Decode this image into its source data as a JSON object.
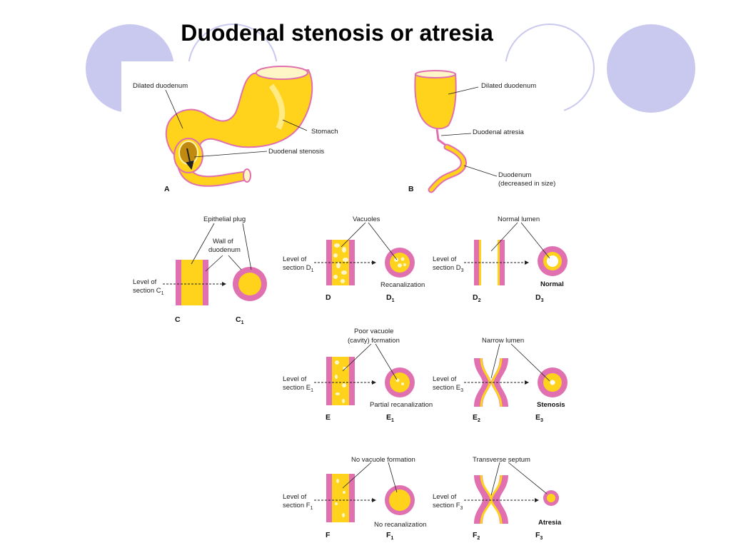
{
  "slide": {
    "title": "Duodenal stenosis or atresia"
  },
  "colors": {
    "duodenum_yellow": "#ffd21c",
    "duodenum_light": "#ffe47a",
    "wall_pink": "#e070b0",
    "circle_decor": "#c9c9f0"
  },
  "panel_a": {
    "letter": "A",
    "dilated": "Dilated duodenum",
    "stomach": "Stomach",
    "stenosis": "Duodenal stenosis"
  },
  "panel_b": {
    "letter": "B",
    "dilated": "Dilated duodenum",
    "atresia": "Duodenal atresia",
    "duodenum": "Duodenum",
    "decreased": "(decreased in size)"
  },
  "panel_c": {
    "epithelial_plug": "Epithelial plug",
    "wall_line1": "Wall of",
    "wall_line2": "duodenum",
    "level": "Level of",
    "section": "section C",
    "section_sub": "1",
    "letter": "C",
    "c1": "C",
    "c1_sub": "1"
  },
  "row_d": {
    "vacuoles": "Vacuoles",
    "level_d": "Level of",
    "section_d": "section D",
    "section_d_sub": "1",
    "recanalization": "Recanalization",
    "d": "D",
    "d1": "D",
    "d1_sub": "1",
    "normal_lumen": "Normal lumen",
    "level_d3": "Level of",
    "section_d3": "section D",
    "section_d3_sub": "3",
    "d2": "D",
    "d2_sub": "2",
    "d3": "D",
    "d3_sub": "3",
    "normal": "Normal"
  },
  "row_e": {
    "poor_line1": "Poor vacuole",
    "poor_line2": "(cavity) formation",
    "level_e": "Level of",
    "section_e": "section E",
    "section_e_sub": "1",
    "partial": "Partial recanalization",
    "e": "E",
    "e1": "E",
    "e1_sub": "1",
    "narrow_lumen": "Narrow lumen",
    "level_e3": "Level of",
    "section_e3": "section E",
    "section_e3_sub": "3",
    "e2": "E",
    "e2_sub": "2",
    "e3": "E",
    "e3_sub": "3",
    "stenosis": "Stenosis"
  },
  "row_f": {
    "no_vacuole": "No vacuole formation",
    "level_f": "Level of",
    "section_f": "section F",
    "section_f_sub": "1",
    "no_recanalization": "No recanalization",
    "f": "F",
    "f1": "F",
    "f1_sub": "1",
    "transverse": "Transverse septum",
    "level_f3": "Level of",
    "section_f3": "section F",
    "section_f3_sub": "3",
    "f2": "F",
    "f2_sub": "2",
    "f3": "F",
    "f3_sub": "3",
    "atresia": "Atresia"
  }
}
